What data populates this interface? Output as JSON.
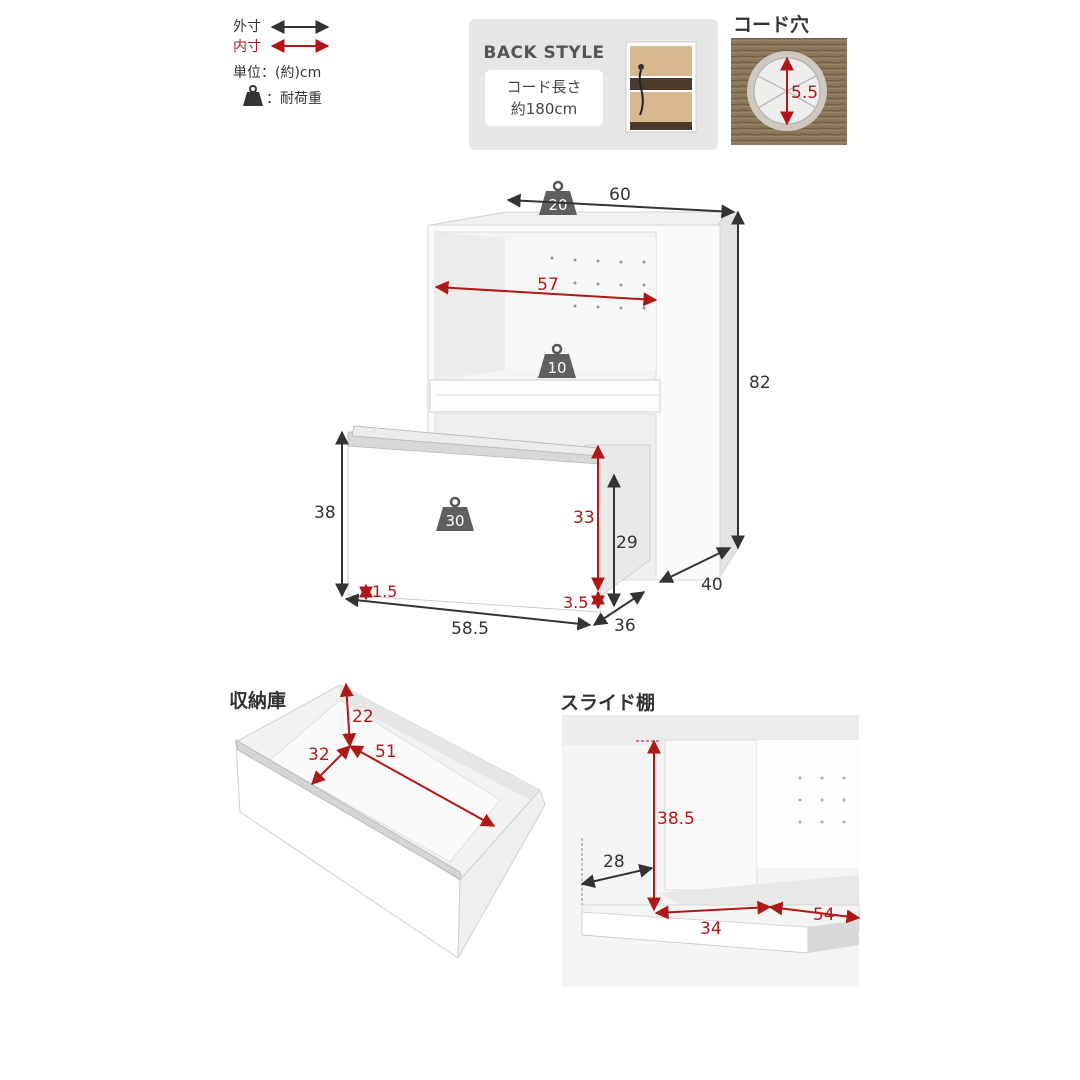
{
  "legend": {
    "outer": "外寸",
    "inner": "内寸",
    "unit": "単位：(約)cm",
    "load": "：耐荷重"
  },
  "back_style": {
    "title": "BACK STYLE",
    "cord_length": "コード長さ",
    "cord_length_value": "約180cm"
  },
  "cord_hole": {
    "title": "コード穴",
    "diameter": "5.5"
  },
  "main_dims": {
    "width": "60",
    "top_load": "20",
    "inner_width": "57",
    "shelf_load": "10",
    "height": "82",
    "drawer_height": "38",
    "drawer_load": "30",
    "drawer_inner_height": "33",
    "opening_height": "29",
    "base_gap": "1.5",
    "bottom_gap": "3.5",
    "depth": "40",
    "drawer_width": "58.5",
    "drawer_depth": "36"
  },
  "storage": {
    "title": "収納庫",
    "height": "22",
    "depth": "32",
    "width": "51"
  },
  "slide_shelf": {
    "title": "スライド棚",
    "height": "38.5",
    "depth": "28",
    "shelf_depth": "34",
    "shelf_width": "54"
  }
}
